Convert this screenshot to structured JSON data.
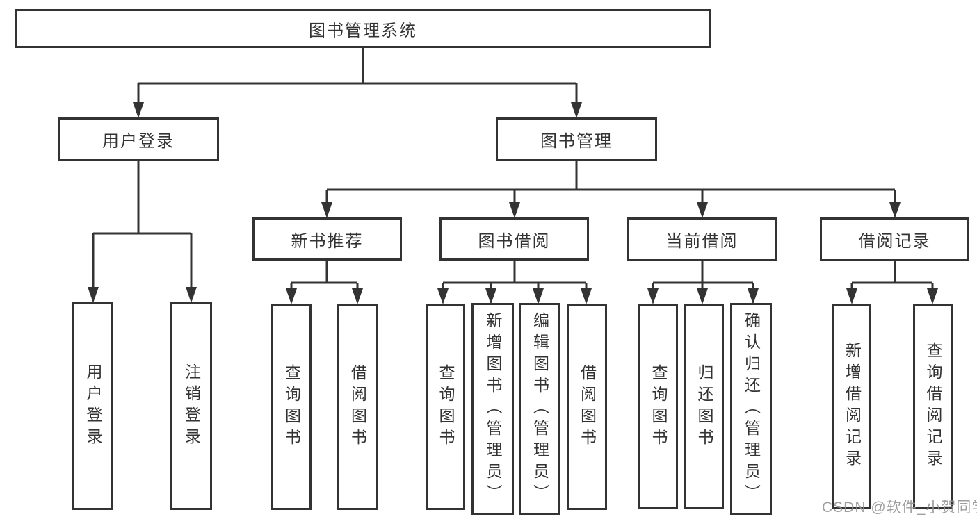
{
  "diagram": {
    "title": "图书管理系统",
    "tree": {
      "label": "图书管理系统",
      "children": [
        {
          "label": "用户登录",
          "children": [
            {
              "label": "用户登录"
            },
            {
              "label": "注销登录"
            }
          ]
        },
        {
          "label": "图书管理",
          "children": [
            {
              "label": "新书推荐",
              "children": [
                {
                  "label": "查询图书"
                },
                {
                  "label": "借阅图书"
                }
              ]
            },
            {
              "label": "图书借阅",
              "children": [
                {
                  "label": "查询图书"
                },
                {
                  "label": "新增图书（管理员）"
                },
                {
                  "label": "编辑图书（管理员）"
                },
                {
                  "label": "借阅图书"
                }
              ]
            },
            {
              "label": "当前借阅",
              "children": [
                {
                  "label": "查询图书"
                },
                {
                  "label": "归还图书"
                },
                {
                  "label": "确认归还（管理员）"
                }
              ]
            },
            {
              "label": "借阅记录",
              "children": [
                {
                  "label": "新增借阅记录"
                },
                {
                  "label": "查询借阅记录"
                }
              ]
            }
          ]
        }
      ]
    },
    "colors": {
      "line": "#333333",
      "box_border": "#333333",
      "text": "#333333",
      "background": "#ffffff",
      "watermark": "#949494"
    }
  },
  "watermark": {
    "text": "CSDN @软件_小贺同学"
  }
}
